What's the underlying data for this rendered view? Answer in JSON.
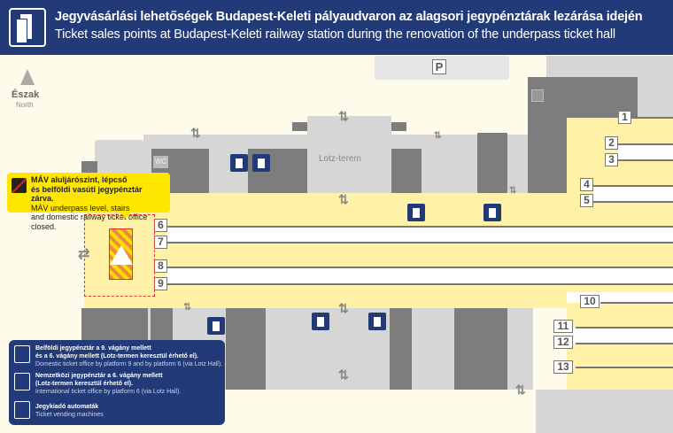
{
  "header": {
    "title_hu": "Jegyvásárlási lehetőségek Budapest-Keleti pályaudvaron az alagsori jegypénztárak lezárása idején",
    "title_en": "Ticket sales points at Budapest-Keleti railway station during the renovation of the underpass ticket hall",
    "icon": "ticket-stack-icon"
  },
  "compass": {
    "label_hu": "Észak",
    "label_en": "North"
  },
  "map": {
    "parking": "P",
    "wc": "WC",
    "hall": "Lotz-terem",
    "platforms": [
      "1",
      "2",
      "3",
      "4",
      "5",
      "6",
      "7",
      "8",
      "9",
      "10",
      "11",
      "12",
      "13"
    ]
  },
  "callout": {
    "line1_hu": "MÁV aluljárószint, lépcső",
    "line2_hu": "és belföldi vasúti jegypénztár zárva.",
    "line1_en": "MÁV underpass level, stairs",
    "line2_en": "and domestic railway ticket office closed."
  },
  "legend": {
    "items": [
      {
        "hu1": "Belföldi jegypénztár a 9. vágány mellett",
        "hu2": "és a 6. vágány mellett (Lotz-termen keresztül érhető el).",
        "en": "Domestic ticket office by platform 9 and by platform 6 (via Lotz Hall)."
      },
      {
        "hu1": "Nemzetközi jegypénztár a 6. vágány mellett",
        "hu2": "(Lotz-termen keresztül érhető el).",
        "en": "International ticket office by platform 6 (via Lotz Hall)."
      },
      {
        "hu1": "Jegykiadó automaták",
        "en": "Ticket vending machines"
      }
    ]
  },
  "colors": {
    "navy": "#223a78",
    "platform": "#fff2a8",
    "callout": "#ffe600"
  }
}
